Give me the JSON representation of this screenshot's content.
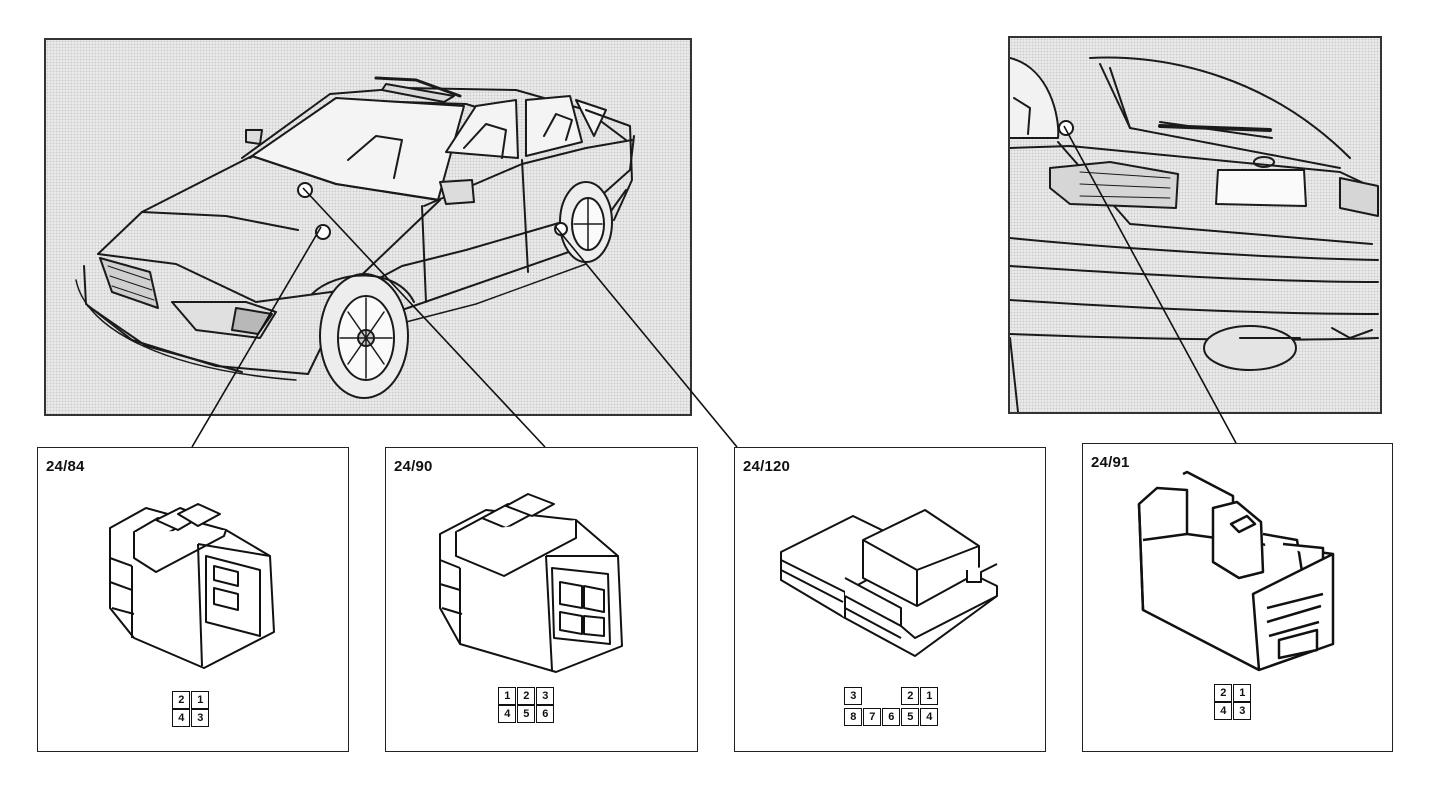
{
  "figures": {
    "front_view": {
      "icon": "car-front-three-quarter-illustration"
    },
    "rear_view": {
      "icon": "car-rear-illustration"
    }
  },
  "connectors": [
    {
      "label": "24/84",
      "icon": "4-pin-connector-icon",
      "pins": [
        [
          "2",
          "1"
        ],
        [
          "4",
          "3"
        ]
      ]
    },
    {
      "label": "24/90",
      "icon": "6-pin-connector-icon",
      "pins": [
        [
          "1",
          "2",
          "3"
        ],
        [
          "4",
          "5",
          "6"
        ]
      ]
    },
    {
      "label": "24/120",
      "icon": "8-pin-connector-icon",
      "pins": [
        [
          "3",
          "",
          "",
          "2",
          "1"
        ],
        [
          "8",
          "7",
          "6",
          "5",
          "4"
        ]
      ]
    },
    {
      "label": "24/91",
      "icon": "4-pin-box-connector-icon",
      "pins": [
        [
          "2",
          "1"
        ],
        [
          "4",
          "3"
        ]
      ]
    }
  ]
}
